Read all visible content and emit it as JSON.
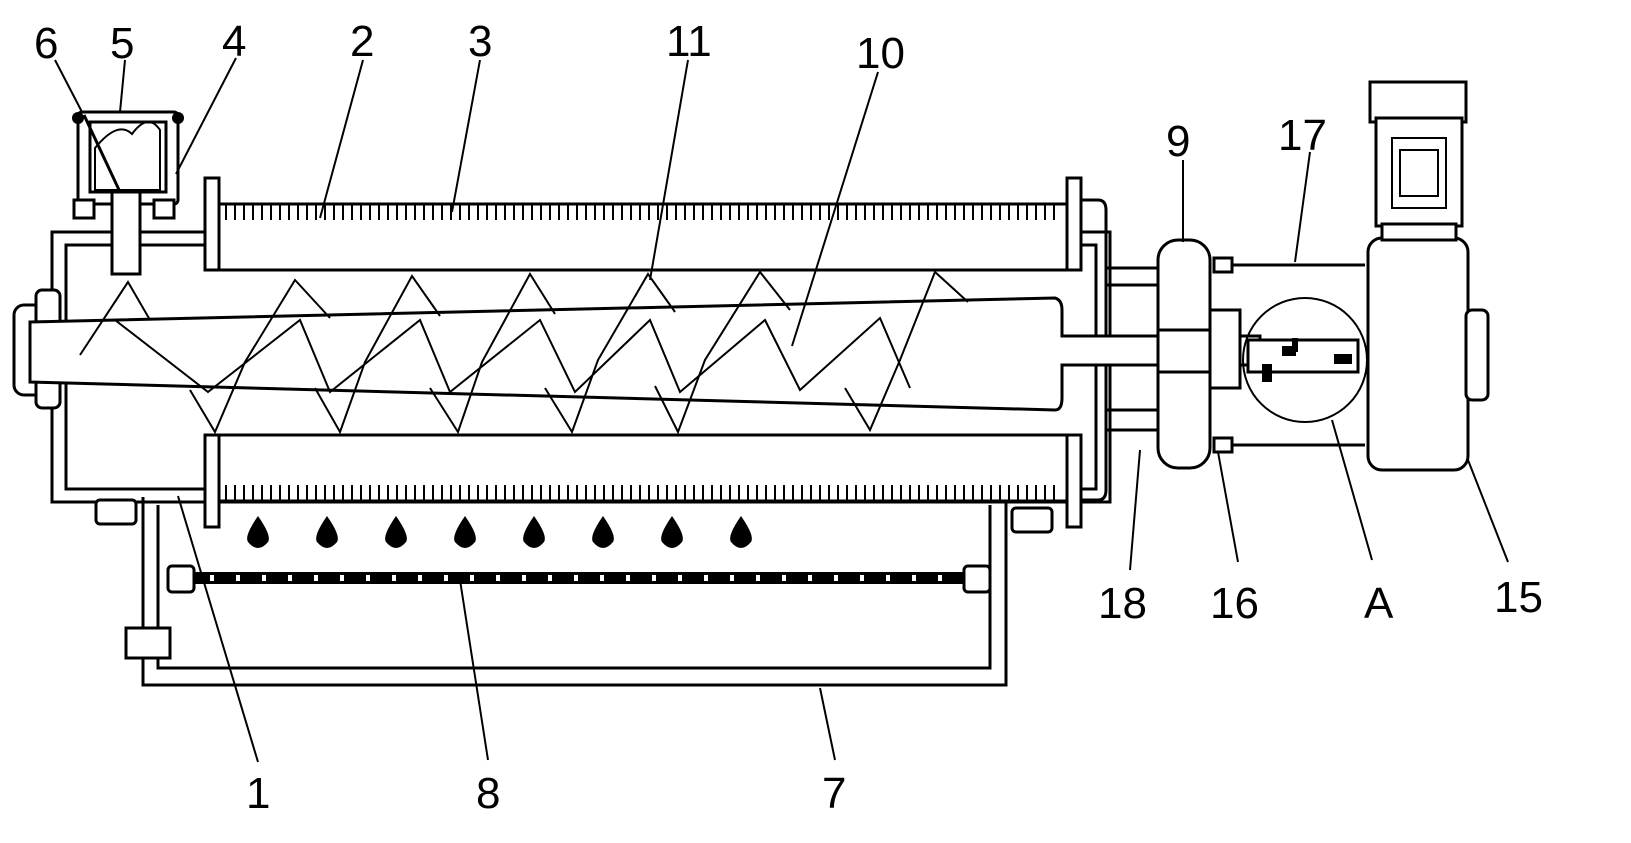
{
  "labels": {
    "l6": "6",
    "l5": "5",
    "l4": "4",
    "l2": "2",
    "l3": "3",
    "l11": "11",
    "l10": "10",
    "l9": "9",
    "l17": "17",
    "l18": "18",
    "l16": "16",
    "lA": "A",
    "l15": "15",
    "l1": "1",
    "l8": "8",
    "l7": "7"
  },
  "colors": {
    "stroke": "#000000",
    "background": "#ffffff"
  },
  "drops": 8
}
